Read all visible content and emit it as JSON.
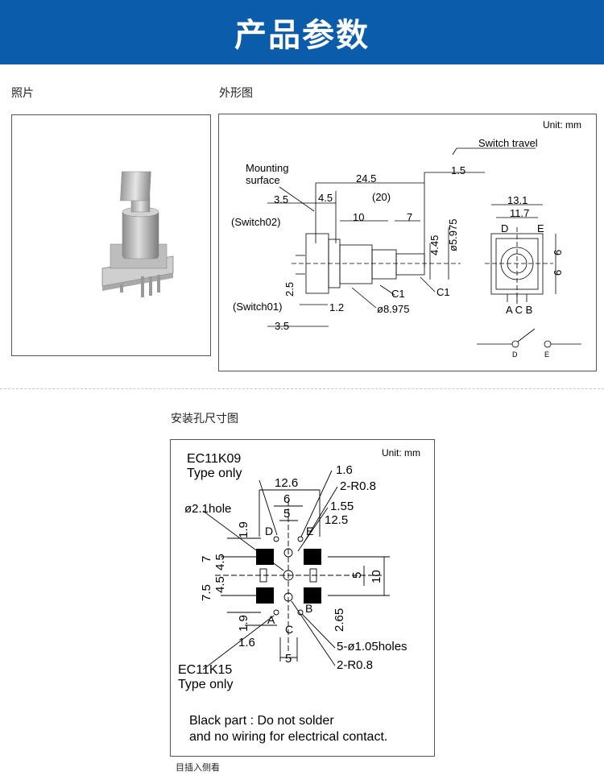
{
  "header": {
    "title": "产品参数"
  },
  "sections": {
    "photo_label": "照片",
    "outline_label": "外形图",
    "mount_label": "安装孔尺寸图"
  },
  "outline": {
    "unit": "Unit: mm",
    "switch_travel": "Switch travel",
    "mounting_surface_1": "Mounting",
    "mounting_surface_2": "surface",
    "switch02": "(Switch02)",
    "switch01": "(Switch01)",
    "dims": {
      "d24_5": "24.5",
      "d1_5": "1.5",
      "d3_5a": "3.5",
      "d4_5": "4.5",
      "d20": "(20)",
      "d10": "10",
      "d7": "7",
      "d4_45": "4.45",
      "d5_975": "ø5.975",
      "d2_5": "2.5",
      "c1a": "C1",
      "c1b": "C1",
      "d1_2": "1.2",
      "d8_975": "ø8.975",
      "d3_5b": "3.5",
      "d13_1": "13.1",
      "d11_7": "11.7",
      "d6a": "6",
      "d6b": "6",
      "pinD": "D",
      "pinE": "E",
      "pinsACB": "A C B"
    },
    "switch_D": "D",
    "switch_E": "E"
  },
  "mount": {
    "unit": "Unit: mm",
    "ec11k09_1": "EC11K09",
    "ec11k09_2": "Type only",
    "hole": "ø2.1hole",
    "d1_6a": "1.6",
    "d12_6": "12.6",
    "d2_r0_8a": "2-R0.8",
    "d6": "6",
    "d5a": "5",
    "d1_55": "1.55",
    "d12_5": "12.5",
    "d1_9a": "1.9",
    "d7": "7",
    "d4_5a": "4.5",
    "d4_5b": "4.5",
    "d7_5": "7.5",
    "d5b": "5",
    "d10": "10",
    "d1_9b": "1.9",
    "d2_65": "2.65",
    "d1_6b": "1.6",
    "holes": "5-ø1.05holes",
    "d2_r0_8b": "2-R0.8",
    "d5c": "5",
    "pinD": "D",
    "pinE": "E",
    "pinA": "A",
    "pinC": "C",
    "pinB": "B",
    "ec11k15_1": "EC11K15",
    "ec11k15_2": "Type only",
    "note_1": "Black part : Do not solder",
    "note_2": "and no wiring for electrical contact."
  },
  "footer_note": "目插入侧看"
}
